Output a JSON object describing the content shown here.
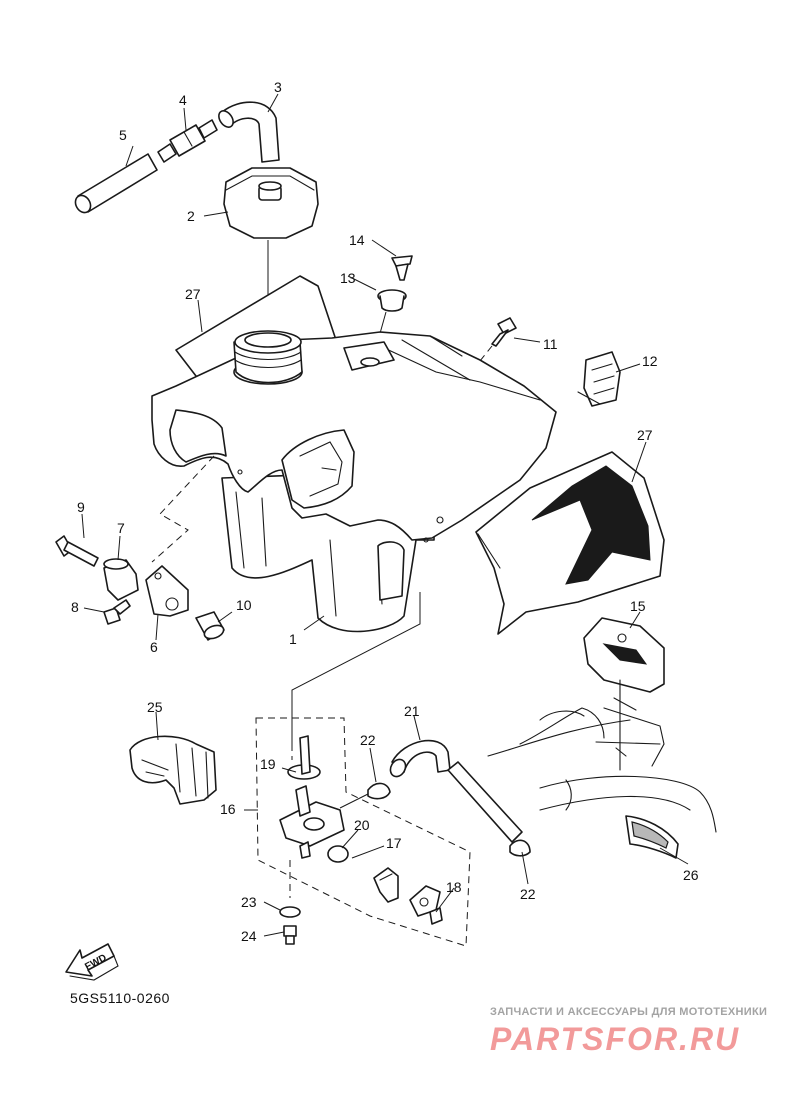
{
  "diagram_code": "5GS5110-0260",
  "fwd_label": "FWD",
  "watermark": {
    "tagline": "ЗАПЧАСТИ И АКСЕССУАРЫ ДЛЯ МОТОТЕХНИКИ",
    "brand": "PARTSFOR.RU"
  },
  "callouts": {
    "p1": "1",
    "p2": "2",
    "p3": "3",
    "p4": "4",
    "p5": "5",
    "p6": "6",
    "p7": "7",
    "p8": "8",
    "p9": "9",
    "p10": "10",
    "p11": "11",
    "p12": "12",
    "p13": "13",
    "p14": "14",
    "p15": "15",
    "p16": "16",
    "p17": "17",
    "p18": "18",
    "p19": "19",
    "p20": "20",
    "p21": "21",
    "p22a": "22",
    "p22b": "22",
    "p23": "23",
    "p24": "24",
    "p25": "25",
    "p26": "26",
    "p27a": "27",
    "p27b": "27"
  }
}
